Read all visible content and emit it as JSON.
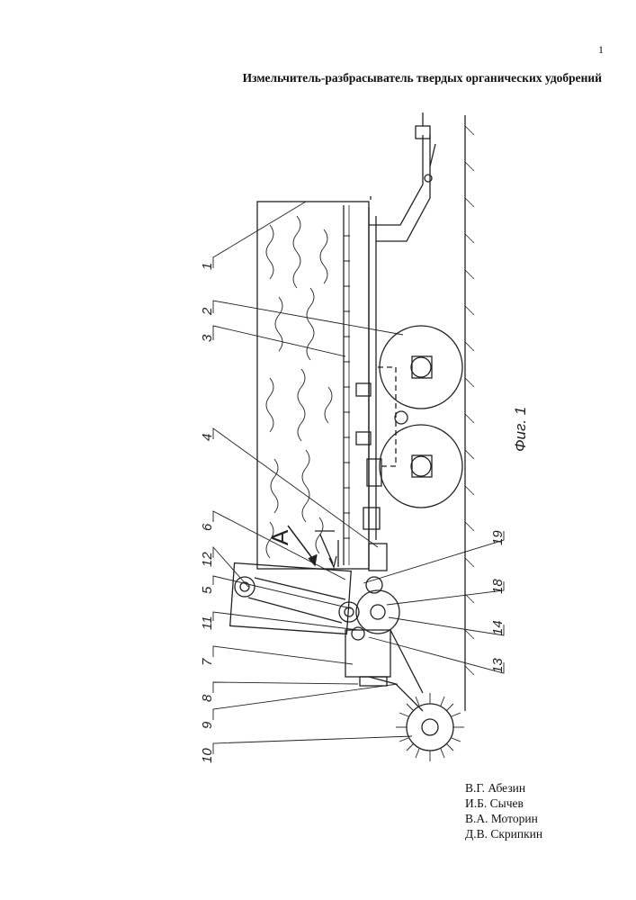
{
  "page_number": "1",
  "title": "Измельчитель-разбрасыватель твердых органических удобрений",
  "figure": {
    "caption": "Фиг. 1",
    "view_letter": "А",
    "callouts": [
      "1",
      "2",
      "3",
      "4",
      "6",
      "12",
      "5",
      "11",
      "7",
      "8",
      "9",
      "10",
      "19",
      "18",
      "14",
      "13"
    ]
  },
  "authors": [
    "В.Г. Абезин",
    "И.Б. Сычев",
    "В.А. Моторин",
    "Д.В. Скрипкин"
  ],
  "colors": {
    "ink": "#222222",
    "paper": "#ffffff"
  }
}
